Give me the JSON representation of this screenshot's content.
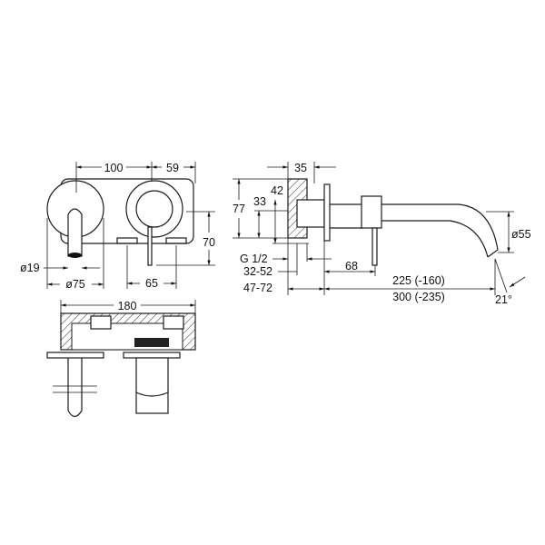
{
  "title": "Wall-mounted basin mixer dimension drawing",
  "front_view": {
    "width_between_centers": "100",
    "right_offset": "59",
    "height": "70",
    "spout_diameter": "ø19",
    "rosette_diameter": "ø75",
    "lever_spacing": "65"
  },
  "section_view": {
    "overall_width": "180"
  },
  "side_view": {
    "depth_body": "35",
    "height_77": "77",
    "height_42": "42",
    "height_33": "33",
    "thread": "G 1/2",
    "range_32_52": "32-52",
    "range_47_72": "47-72",
    "lever_distance": "68",
    "projection_short": "225 (-160)",
    "projection_long": "300 (-235)",
    "outlet_diameter": "ø55",
    "angle": "21°"
  },
  "colors": {
    "line": "#1a1a1a",
    "background": "#ffffff"
  }
}
